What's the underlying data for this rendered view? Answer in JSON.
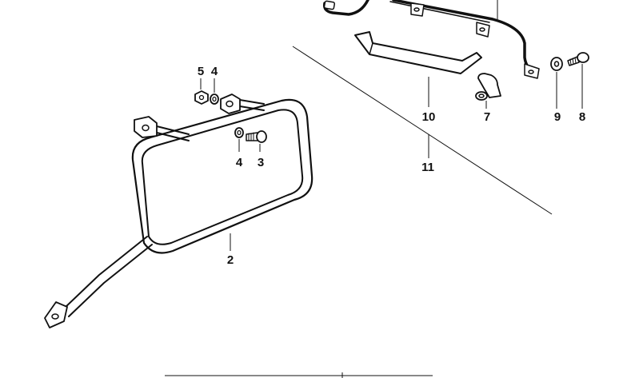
{
  "diagram": {
    "callouts": {
      "c2": "2",
      "c3": "3",
      "c4a": "4",
      "c4b": "4",
      "c5": "5",
      "c7": "7",
      "c8": "8",
      "c9": "9",
      "c10": "10",
      "c11": "11"
    },
    "colors": {
      "ink": "#111111",
      "paper": "#ffffff"
    }
  }
}
